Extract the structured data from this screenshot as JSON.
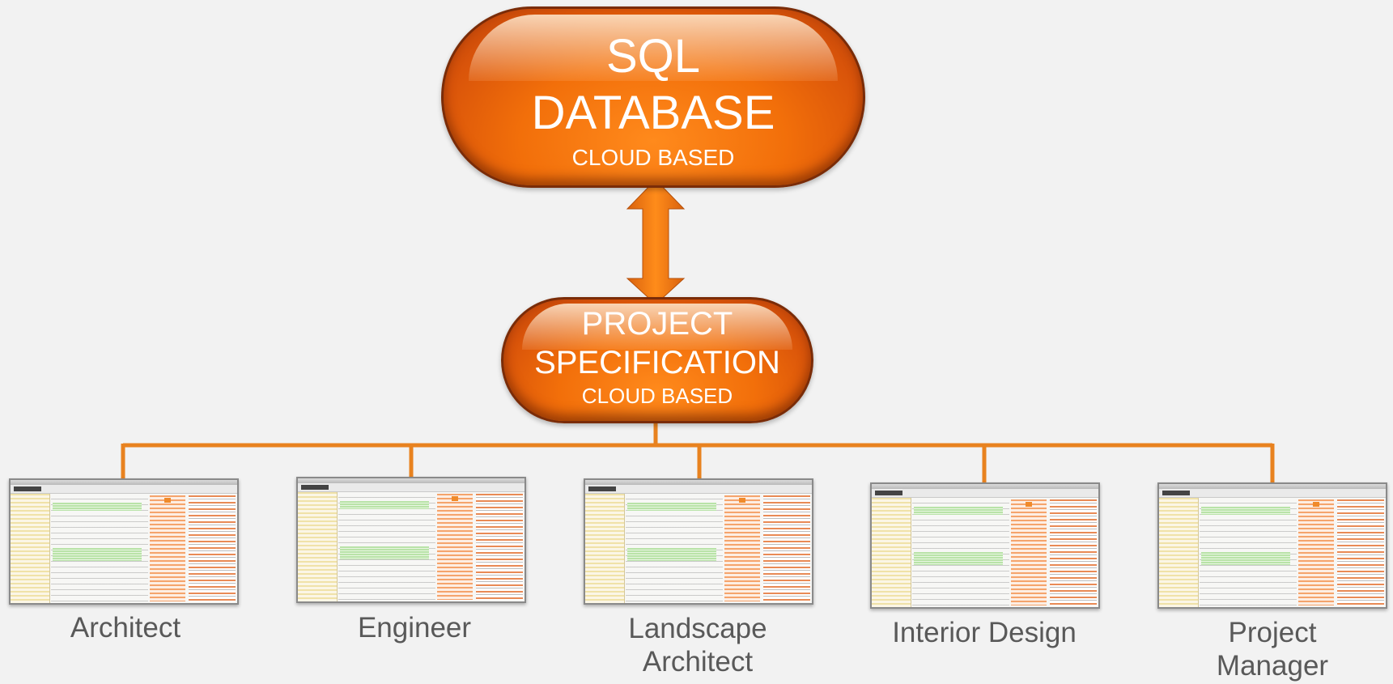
{
  "database": {
    "line1": "SQL",
    "line2": "DATABASE",
    "line3": "CLOUD BASED"
  },
  "specification": {
    "line1": "PROJECT",
    "line2": "SPECIFICATION",
    "line3": "CLOUD BASED"
  },
  "roles": [
    {
      "label": "Architect"
    },
    {
      "label": "Engineer"
    },
    {
      "label": "Landscape Architect"
    },
    {
      "label": "Interior Design"
    },
    {
      "label": "Project Manager"
    }
  ],
  "colors": {
    "accent": "#f07a12",
    "connector": "#e8821f",
    "label_text": "#595959",
    "background": "#f2f2f2"
  }
}
